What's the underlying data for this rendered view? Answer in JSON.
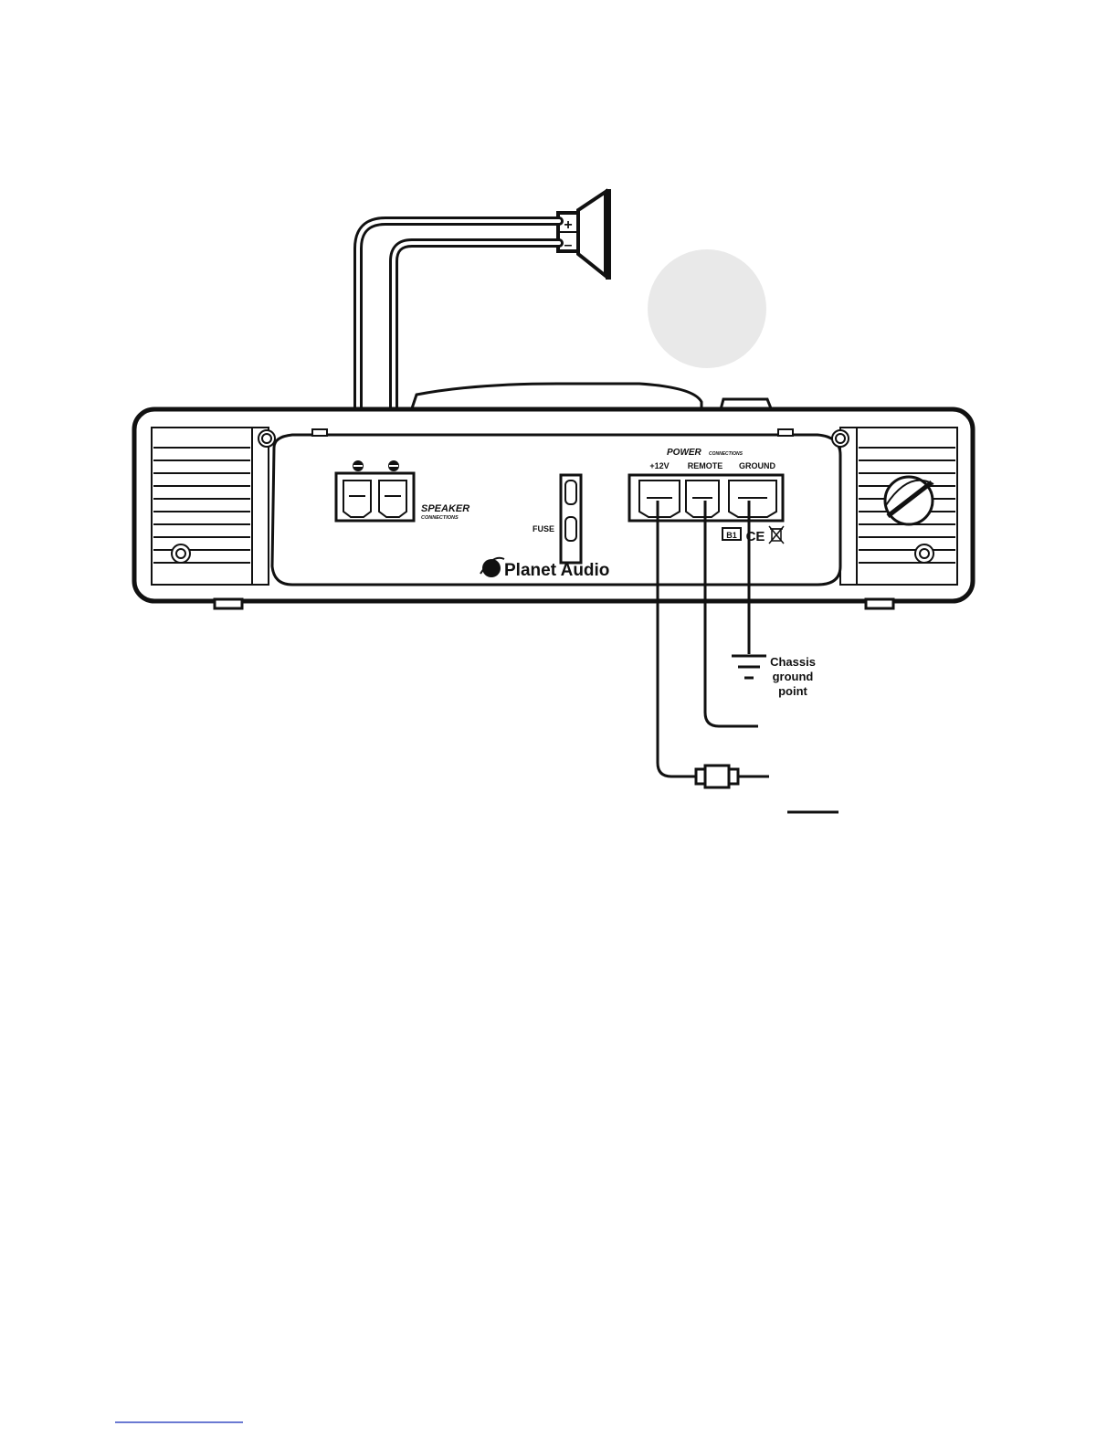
{
  "colors": {
    "ink": "#111111",
    "chassis_fill": "#ffffff",
    "inset_fill": "#f2f2f2",
    "shade_circle": "#e9e9e9",
    "link_underline": "#3a4fc4"
  },
  "speaker": {
    "plus": "+",
    "minus": "–"
  },
  "panel": {
    "speaker_title": "SPEAKER",
    "speaker_sub": "CONNECTIONS",
    "fuse": "FUSE",
    "power_title": "POWER",
    "power_sub": "CONNECTIONS",
    "terminal_12v": "+12V",
    "terminal_remote": "REMOTE",
    "terminal_ground": "GROUND",
    "badge": "B1",
    "ce_mark": "CE",
    "brand": "Planet Audio"
  },
  "ground_note": [
    "Chassis",
    "ground",
    "point"
  ],
  "icons": [
    "speaker-icon",
    "weee-bin-icon",
    "planet-logo-icon",
    "ground-symbol-icon",
    "inline-fuse-icon",
    "screw-icon"
  ]
}
